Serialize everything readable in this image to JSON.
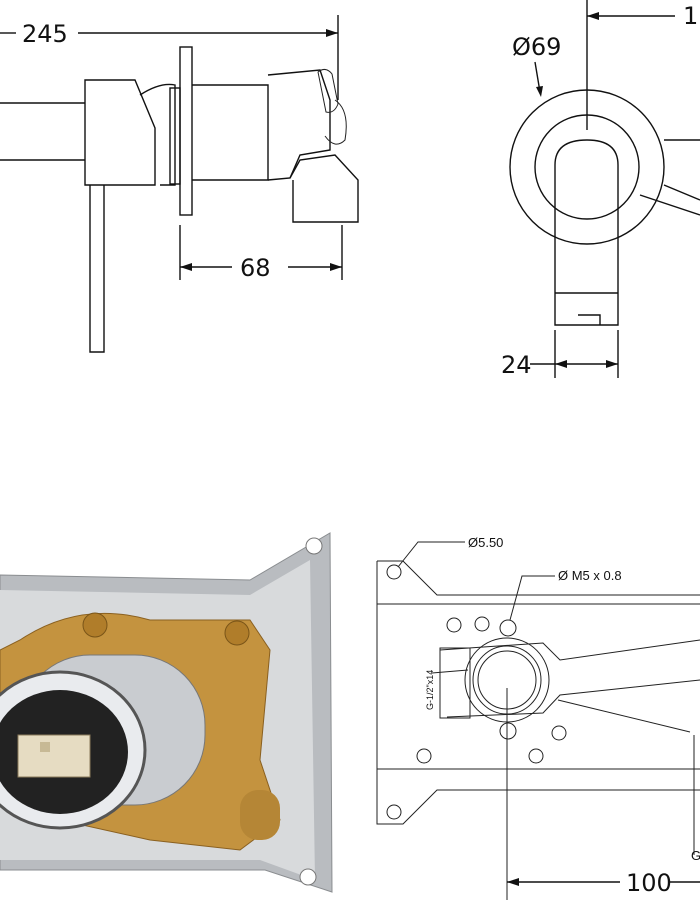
{
  "side_view": {
    "dim_length": "245",
    "dim_depth": "68"
  },
  "front_view": {
    "dim_plate_diameter": "Ø69",
    "dim_offset_partial": "1",
    "dim_spout_width": "24"
  },
  "body_drawing": {
    "hole_diameter": "Ø5.50",
    "thread_screw": "Ø M5 x 0.8",
    "inlet_thread": "G-1/2\"x14",
    "outlet_thread_partial": "G",
    "dim_center_offset": "100"
  },
  "colors": {
    "line": "#111111",
    "brass": "#c4933f",
    "chrome": "#c9ccd0",
    "plate": "#b9bcc0"
  }
}
